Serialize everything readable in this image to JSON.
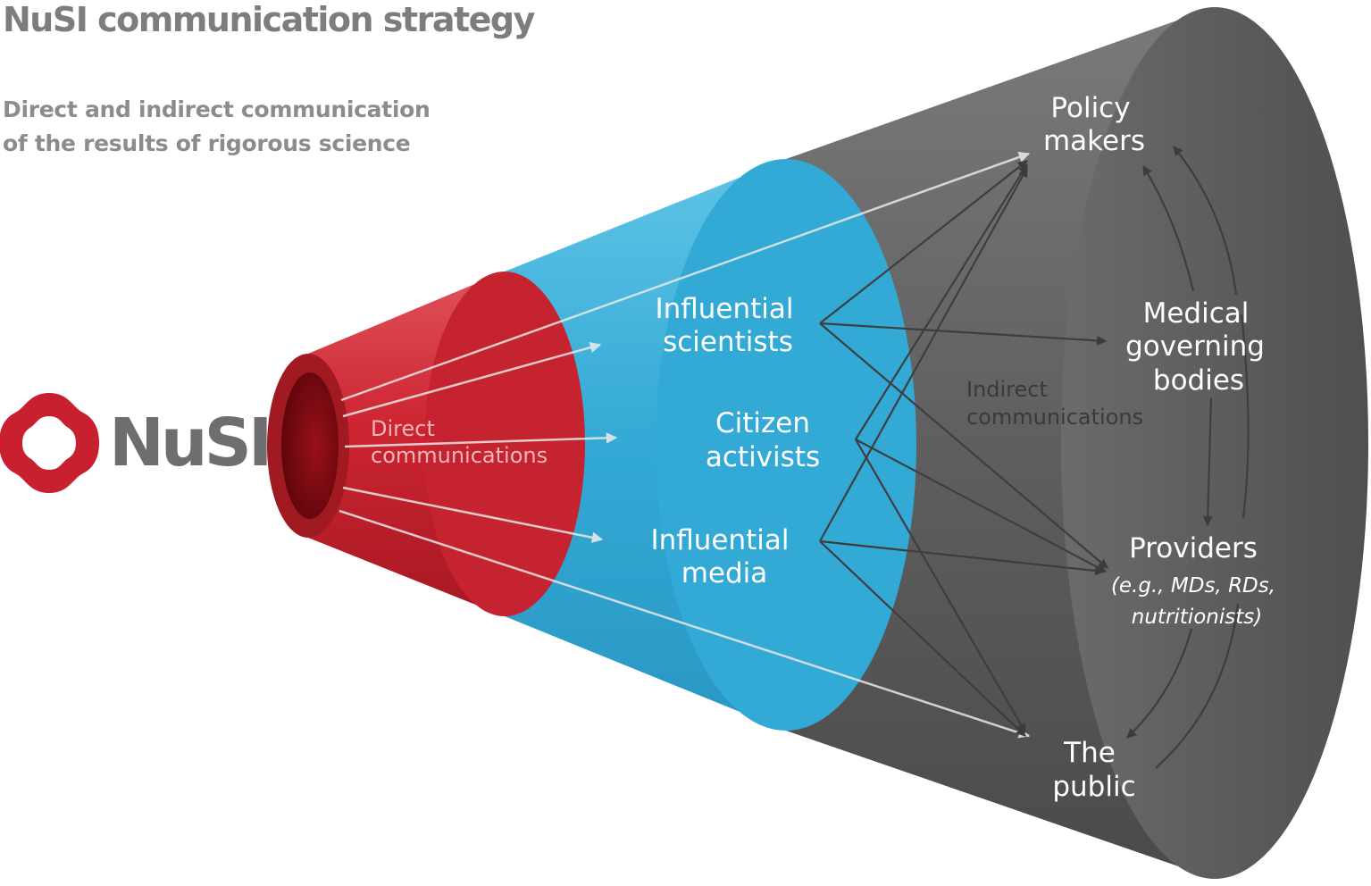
{
  "header": {
    "title": "NuSI communication strategy",
    "subtitle_line1": "Direct and indirect communication",
    "subtitle_line2": "of the results of rigorous science"
  },
  "logo": {
    "text": "NuSI",
    "icon": "nusi-ring-logo",
    "color": "#c8202f",
    "text_color": "#6d6e70"
  },
  "colors": {
    "cone_red": "#c8202f",
    "cone_blue": "#35aad6",
    "cone_gray": "#5b5b5b",
    "label_white": "#ffffff"
  },
  "labels": {
    "direct_line1": "Direct",
    "direct_line2": "communications",
    "indirect_line1": "Indirect",
    "indirect_line2": "communications"
  },
  "intermediaries": {
    "scientists_line1": "Influential",
    "scientists_line2": "scientists",
    "activists_line1": "Citizen",
    "activists_line2": "activists",
    "media_line1": "Influential",
    "media_line2": "media"
  },
  "audiences": {
    "policy_line1": "Policy",
    "policy_line2": "makers",
    "medical_line1": "Medical",
    "medical_line2": "governing",
    "medical_line3": "bodies",
    "providers_line1": "Providers",
    "providers_line2": "(e.g., MDs, RDs,",
    "providers_line3": "nutritionists)",
    "public_line1": "The",
    "public_line2": "public"
  }
}
